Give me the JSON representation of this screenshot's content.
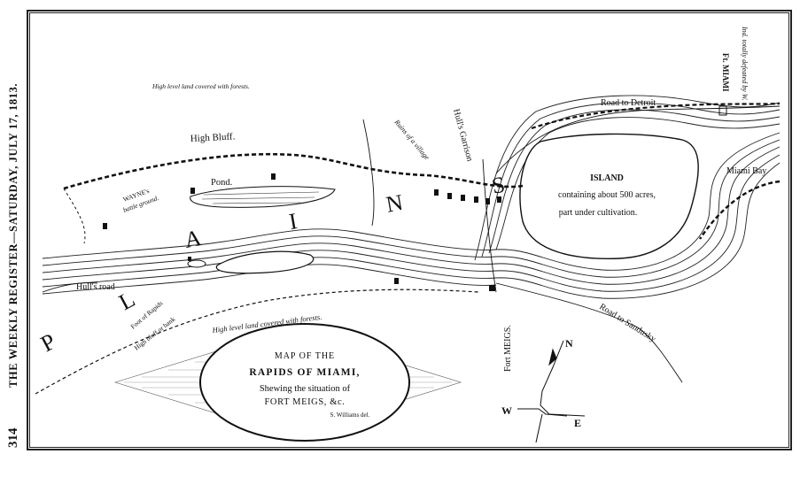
{
  "page": {
    "page_number": "314",
    "running_head": "THE WEEKLY REGISTER—SATURDAY, JULY 17, 1813."
  },
  "title_cartouche": {
    "line1": "MAP OF THE",
    "line2": "RAPIDS OF MIAMI,",
    "line3": "Shewing the situation of",
    "line4": "FORT MEIGS, &c.",
    "credit": "S. Williams del."
  },
  "labels": {
    "high_land_top": "High level land covered with forests.",
    "high_bluff": "High Bluff.",
    "pond": "Pond.",
    "wayne_1": "WAYNE's",
    "wayne_2": "battle ground.",
    "plains_top": "A I N S",
    "plains_left": "P L",
    "ruins": "Ruins of a village",
    "hulls_garrison": "Hull's Garrison",
    "island_title": "ISLAND",
    "island_line2": "containing about 500 acres,",
    "island_line3": "part under cultivation.",
    "road_detroit": "Road to Detroit",
    "ft_miami": "Ft. MIAMI",
    "ind_note": "Ind. totally defeated by W.",
    "miami_bay": "Miami Bay",
    "hulls_road": "Hull's road",
    "foot_rapids": "Foot of Rapids",
    "high_bluff_bank": "High bluff or bank",
    "high_land_bottom": "High level land covered with forests.",
    "fort_meigs": "Fort MEIGS.",
    "road_sandusky": "Road to Sandusky"
  },
  "compass": {
    "n": "N",
    "e": "E",
    "w": "W"
  },
  "colors": {
    "ink": "#111111",
    "paper": "#ffffff"
  }
}
